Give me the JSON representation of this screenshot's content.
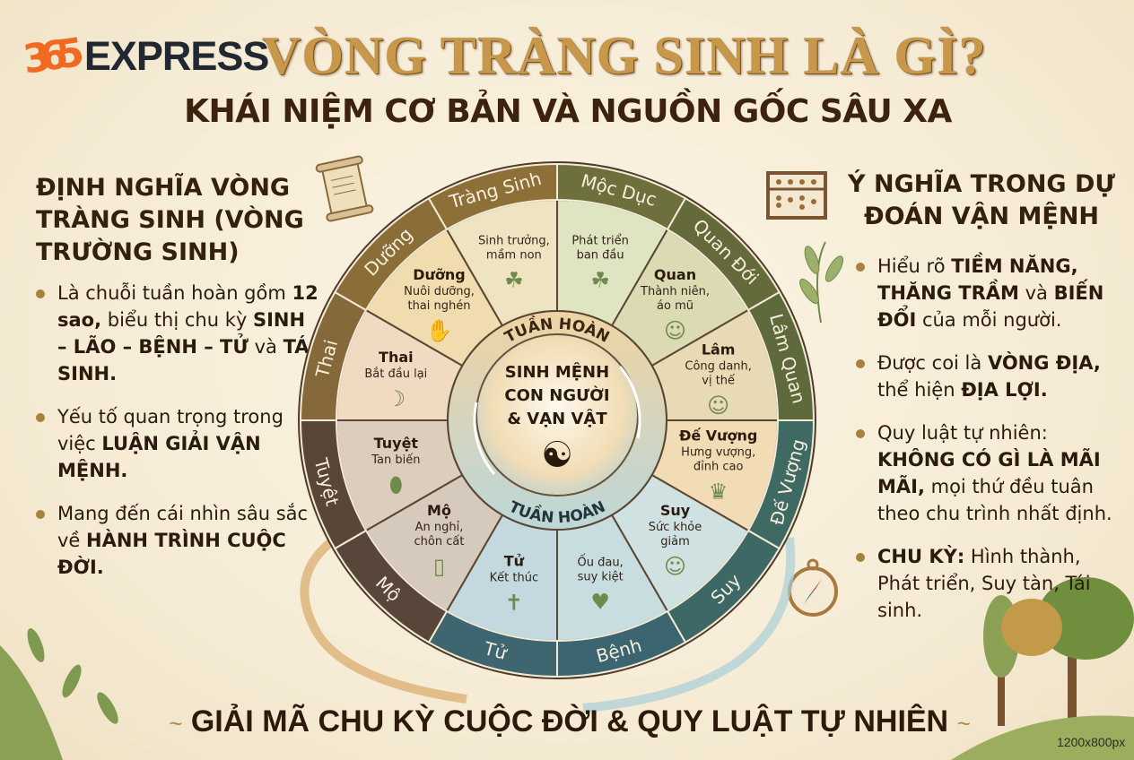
{
  "logo": {
    "mark": "365",
    "text": "EXPRESS"
  },
  "header": {
    "title": "VÒNG TRÀNG SINH LÀ GÌ?",
    "subtitle": "KHÁI NIỆM CƠ BẢN VÀ NGUỒN GỐC SÂU XA"
  },
  "left": {
    "heading": "ĐỊNH NGHĨA VÒNG TRÀNG SINH (VÒNG TRƯỜNG SINH)",
    "bullets": [
      [
        {
          "t": "Là chuỗi tuần hoàn gồm ",
          "b": false
        },
        {
          "t": "12 sao,",
          "b": true
        },
        {
          "t": " biểu thị chu kỳ ",
          "b": false
        },
        {
          "t": "SINH – LÃO – BỆNH – TỬ",
          "b": true
        },
        {
          "t": " và ",
          "b": false
        },
        {
          "t": "TÁI SINH.",
          "b": true
        }
      ],
      [
        {
          "t": "Yếu tố quan trọng trong việc ",
          "b": false
        },
        {
          "t": "LUẬN GIẢI VẬN MỆNH.",
          "b": true
        }
      ],
      [
        {
          "t": "Mang đến cái nhìn sâu sắc về ",
          "b": false
        },
        {
          "t": "HÀNH TRÌNH CUỘC ĐỜI.",
          "b": true
        }
      ]
    ]
  },
  "right": {
    "heading": "Ý NGHĨA TRONG DỰ ĐOÁN VẬN MỆNH",
    "bullets": [
      [
        {
          "t": "Hiểu rõ ",
          "b": false
        },
        {
          "t": "TIỀM NĂNG, THĂNG TRẦM",
          "b": true
        },
        {
          "t": " và ",
          "b": false
        },
        {
          "t": "BIẾN ĐỔI",
          "b": true
        },
        {
          "t": " của mỗi người.",
          "b": false
        }
      ],
      [
        {
          "t": "Được coi là ",
          "b": false
        },
        {
          "t": "VÒNG ĐỊA,",
          "b": true
        },
        {
          "t": " thể hiện ",
          "b": false
        },
        {
          "t": "ĐỊA LỢI.",
          "b": true
        }
      ],
      [
        {
          "t": "Quy luật tự nhiên: ",
          "b": false
        },
        {
          "t": "KHÔNG CÓ GÌ LÀ MÃI MÃI,",
          "b": true
        },
        {
          "t": " mọi thứ đều tuân theo chu trình nhất định.",
          "b": false
        }
      ],
      [
        {
          "t": "CHU KỲ:",
          "b": true
        },
        {
          "t": " Hình thành, Phát triển, Suy tàn, Tái sinh.",
          "b": false
        }
      ]
    ]
  },
  "wheel": {
    "center": [
      "SINH MỆNH",
      "CON NGƯỜI",
      "& VẠN VẬT"
    ],
    "ring_label_top": "TUẦN HOÀN",
    "ring_label_bottom": "TUẦN HOÀN",
    "center_icon": "yin-yang-icon",
    "segments": [
      {
        "band": "Mộc Dục",
        "title": "",
        "desc": [
          "Phát triển",
          "ban đầu"
        ],
        "icon": "sprout-icon",
        "glyph": "☘",
        "band_color": "#6d6f3c",
        "fill": "#dfe4c3"
      },
      {
        "band": "Quan Đới",
        "title": "Quan",
        "desc": [
          "Thành niên,",
          "áo mũ"
        ],
        "icon": "young-man-icon",
        "glyph": "☺",
        "band_color": "#656a3a",
        "fill": "#dcdab2"
      },
      {
        "band": "Lâm Quan",
        "title": "Lâm",
        "desc": [
          "Công danh,",
          "vị thế"
        ],
        "icon": "businessman-icon",
        "glyph": "☺",
        "band_color": "#5e6a3c",
        "fill": "#e8dab4"
      },
      {
        "band": "Đế Vượng",
        "title": "Đế Vượng",
        "desc": [
          "Hưng vượng,",
          "đỉnh cao"
        ],
        "icon": "crown-icon",
        "glyph": "♛",
        "band_color": "#3f6a63",
        "fill": "#f1dcb6"
      },
      {
        "band": "Suy",
        "title": "Suy",
        "desc": [
          "Sức khỏe",
          "giảm"
        ],
        "icon": "elder-icon",
        "glyph": "☺",
        "band_color": "#3d6866",
        "fill": "#cfe1e0"
      },
      {
        "band": "Bệnh",
        "title": "",
        "desc": [
          "Ốu đau,",
          "suy kiệt"
        ],
        "icon": "sickbed-icon",
        "glyph": "♥",
        "band_color": "#3b6570",
        "fill": "#c8dde0"
      },
      {
        "band": "Tử",
        "title": "Tử",
        "desc": [
          "Kết thúc"
        ],
        "icon": "grave-cross-icon",
        "glyph": "✝",
        "band_color": "#3d6670",
        "fill": "#c4d9df"
      },
      {
        "band": "Mộ",
        "title": "Mộ",
        "desc": [
          "An nghỉ,",
          "chôn cất"
        ],
        "icon": "tombstone-icon",
        "glyph": "▯",
        "band_color": "#58463a",
        "fill": "#d5cabc"
      },
      {
        "band": "Tuyệt",
        "title": "Tuyệt",
        "desc": [
          "Tan biến"
        ],
        "icon": "egg-icon",
        "glyph": "⬮",
        "band_color": "#5a4636",
        "fill": "#dccdbc"
      },
      {
        "band": "Thai",
        "title": "Thai",
        "desc": [
          "Bắt đầu lại"
        ],
        "icon": "fetus-icon",
        "glyph": "☽",
        "band_color": "#86693a",
        "fill": "#f0dac1"
      },
      {
        "band": "Dưỡng",
        "title": "Dưỡng",
        "desc": [
          "Nuôi dưỡng,",
          "thai nghén"
        ],
        "icon": "hand-drop-icon",
        "glyph": "✋",
        "band_color": "#8b6d37",
        "fill": "#f0dcae"
      },
      {
        "band": "Tràng Sinh",
        "title": "",
        "desc": [
          "Sinh trưởng,",
          "mầm non"
        ],
        "icon": "sprout-icon",
        "glyph": "☘",
        "band_color": "#8d6f38",
        "fill": "#efe4c1"
      }
    ]
  },
  "decorations": [
    "scroll-icon",
    "abacus-icon",
    "compass-icon",
    "plant-icon",
    "tree-icon"
  ],
  "footer": {
    "text": "GIẢI MÃ CHU KỲ CUỘC ĐỜI & QUY LUẬT TỰ NHIÊN",
    "swirl": "~"
  },
  "size_note": "1200x800px",
  "colors": {
    "title_gold": "#c9974a",
    "text_dark": "#2e1c0e",
    "logo_orange": "#f26a21",
    "background": "#f6ecd6"
  }
}
